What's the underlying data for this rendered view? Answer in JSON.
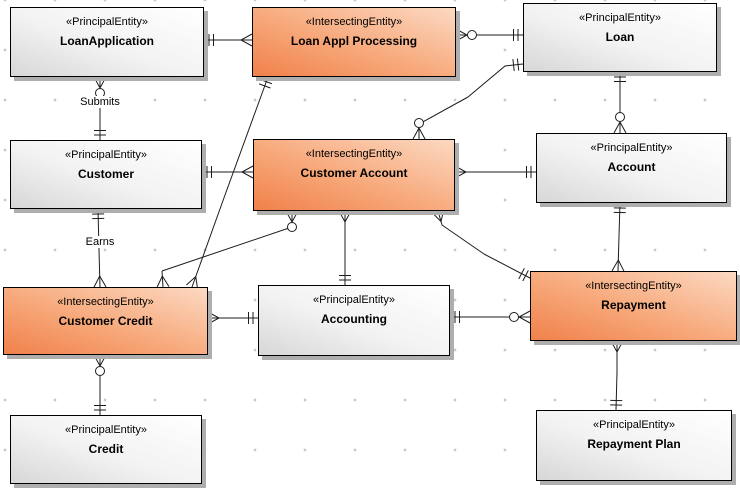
{
  "diagram": {
    "kind": "entity-relationship-diagram",
    "notation": "crow-foot"
  },
  "entities": [
    {
      "id": "loan-application",
      "stereotype": "«PrincipalEntity»",
      "name": "LoanApplication",
      "kind": "principal"
    },
    {
      "id": "loan-appl-processing",
      "stereotype": "«IntersectingEntity»",
      "name": "Loan Appl Processing",
      "kind": "intersecting"
    },
    {
      "id": "loan",
      "stereotype": "«PrincipalEntity»",
      "name": "Loan",
      "kind": "principal"
    },
    {
      "id": "customer",
      "stereotype": "«PrincipalEntity»",
      "name": "Customer",
      "kind": "principal"
    },
    {
      "id": "customer-account",
      "stereotype": "«IntersectingEntity»",
      "name": "Customer Account",
      "kind": "intersecting"
    },
    {
      "id": "account",
      "stereotype": "«PrincipalEntity»",
      "name": "Account",
      "kind": "principal"
    },
    {
      "id": "customer-credit",
      "stereotype": "«IntersectingEntity»",
      "name": "Customer Credit",
      "kind": "intersecting"
    },
    {
      "id": "accounting",
      "stereotype": "«PrincipalEntity»",
      "name": "Accounting",
      "kind": "principal"
    },
    {
      "id": "repayment",
      "stereotype": "«IntersectingEntity»",
      "name": "Repayment",
      "kind": "intersecting"
    },
    {
      "id": "credit",
      "stereotype": "«PrincipalEntity»",
      "name": "Credit",
      "kind": "principal"
    },
    {
      "id": "repayment-plan",
      "stereotype": "«PrincipalEntity»",
      "name": "Repayment Plan",
      "kind": "principal"
    }
  ],
  "relationship_labels": {
    "submits": "Submits",
    "earns": "Earns"
  },
  "relationships": [
    {
      "source": "LoanApplication",
      "source_end": "one",
      "target": "Loan Appl Processing",
      "target_end": "many",
      "label": ""
    },
    {
      "source": "Loan Appl Processing",
      "source_end": "zero-or-many",
      "target": "Loan",
      "target_end": "one",
      "label": ""
    },
    {
      "source": "Loan",
      "source_end": "one",
      "target": "Customer Account",
      "target_end": "zero-or-many",
      "label": ""
    },
    {
      "source": "Customer",
      "source_end": "one",
      "target": "Customer Account",
      "target_end": "many",
      "label": ""
    },
    {
      "source": "Customer Account",
      "source_end": "many",
      "target": "Account",
      "target_end": "one",
      "label": ""
    },
    {
      "source": "Customer Account",
      "source_end": "many",
      "target": "Accounting",
      "target_end": "one",
      "label": ""
    },
    {
      "source": "Customer Account",
      "source_end": "zero-or-many",
      "target": "Customer Credit",
      "target_end": "many",
      "label": ""
    },
    {
      "source": "Loan Appl Processing",
      "source_end": "one",
      "target": "Customer Credit",
      "target_end": "many",
      "label": ""
    },
    {
      "source": "LoanApplication",
      "source_end": "zero-or-many",
      "target": "Customer",
      "target_end": "one",
      "label": "Submits"
    },
    {
      "source": "Customer",
      "source_end": "one",
      "target": "Customer Credit",
      "target_end": "many",
      "label": "Earns"
    },
    {
      "source": "Loan",
      "source_end": "one",
      "target": "Account",
      "target_end": "zero-or-many",
      "label": ""
    },
    {
      "source": "Account",
      "source_end": "one",
      "target": "Repayment",
      "target_end": "many",
      "label": ""
    },
    {
      "source": "Repayment",
      "source_end": "many",
      "target": "Repayment Plan",
      "target_end": "one",
      "label": ""
    },
    {
      "source": "Customer Credit",
      "source_end": "many",
      "target": "Accounting",
      "target_end": "one",
      "label": ""
    },
    {
      "source": "Accounting",
      "source_end": "one",
      "target": "Repayment",
      "target_end": "zero-or-many",
      "label": ""
    },
    {
      "source": "Customer Account",
      "source_end": "many",
      "target": "Repayment",
      "target_end": "one",
      "label": ""
    },
    {
      "source": "Customer Credit",
      "source_end": "zero-or-many",
      "target": "Credit",
      "target_end": "one",
      "label": ""
    }
  ],
  "colors": {
    "intersecting-dark": "#f0814b",
    "intersecting-light": "#fcd9c2",
    "principal-dark": "#d7d7d7",
    "principal-light": "#ffffff",
    "entity-border": "#000000",
    "shadow": "#aeaeae",
    "line": "#1c1c1c",
    "canvas": "#ffffff",
    "grid-dot": "#c9c9c9"
  }
}
